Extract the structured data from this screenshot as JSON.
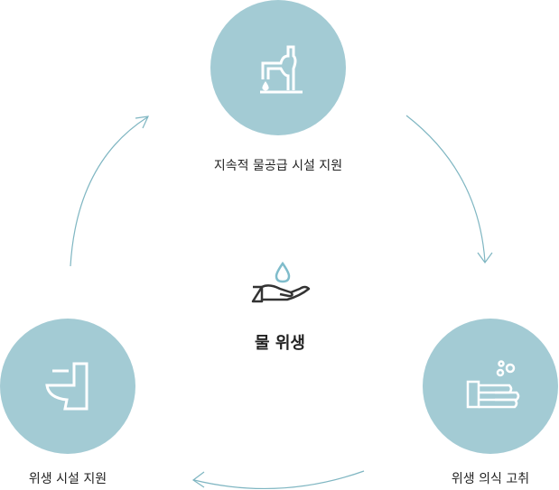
{
  "center": {
    "title": "물 위생",
    "icon": "hand-water-drop-icon"
  },
  "nodes": [
    {
      "label": "지속적 물공급 시설 지원",
      "icon": "faucet-icon"
    },
    {
      "label": "위생 의식 고취",
      "icon": "hand-washing-icon"
    },
    {
      "label": "위생 시설 지원",
      "icon": "toilet-icon"
    }
  ],
  "colors": {
    "circle": "#a3cbd4",
    "arrow": "#7fb6c2",
    "drop": "#7fbccb",
    "text": "#222222"
  }
}
